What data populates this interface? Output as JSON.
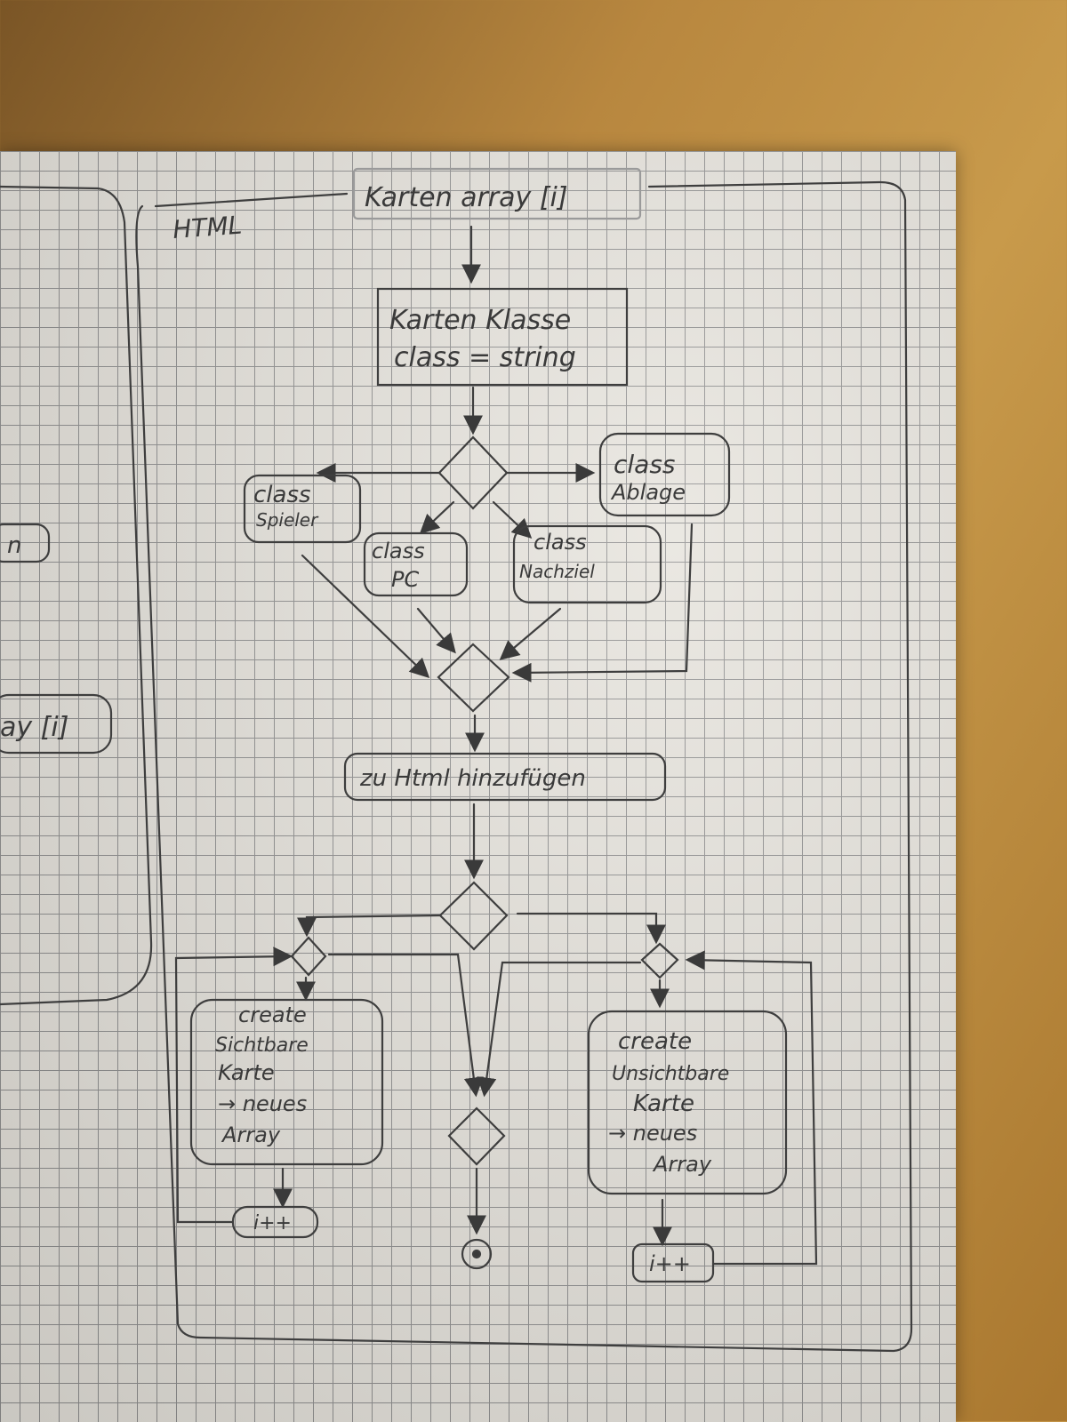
{
  "diagram": {
    "frame_label": "HTML",
    "start_node": "Karten array [i]",
    "class_box": [
      "Karten Klasse",
      "class = string"
    ],
    "branches": {
      "spieler": [
        "class",
        "Spieler"
      ],
      "pc": [
        "class",
        "PC"
      ],
      "nachziehen": [
        "class",
        "Nachziel"
      ],
      "ablage": [
        "class",
        "Ablage"
      ]
    },
    "append_action": "zu Html hinzufügen",
    "left_action": [
      "create",
      "Sichtbare",
      "Karte",
      "→ neues",
      "Array"
    ],
    "right_action": [
      "create",
      "Unsichtbare",
      "Karte",
      "→ neues",
      "Array"
    ],
    "left_increment": "i++",
    "right_increment": "i++",
    "left_edge_fragments": [
      "n",
      "ay [i]"
    ]
  }
}
